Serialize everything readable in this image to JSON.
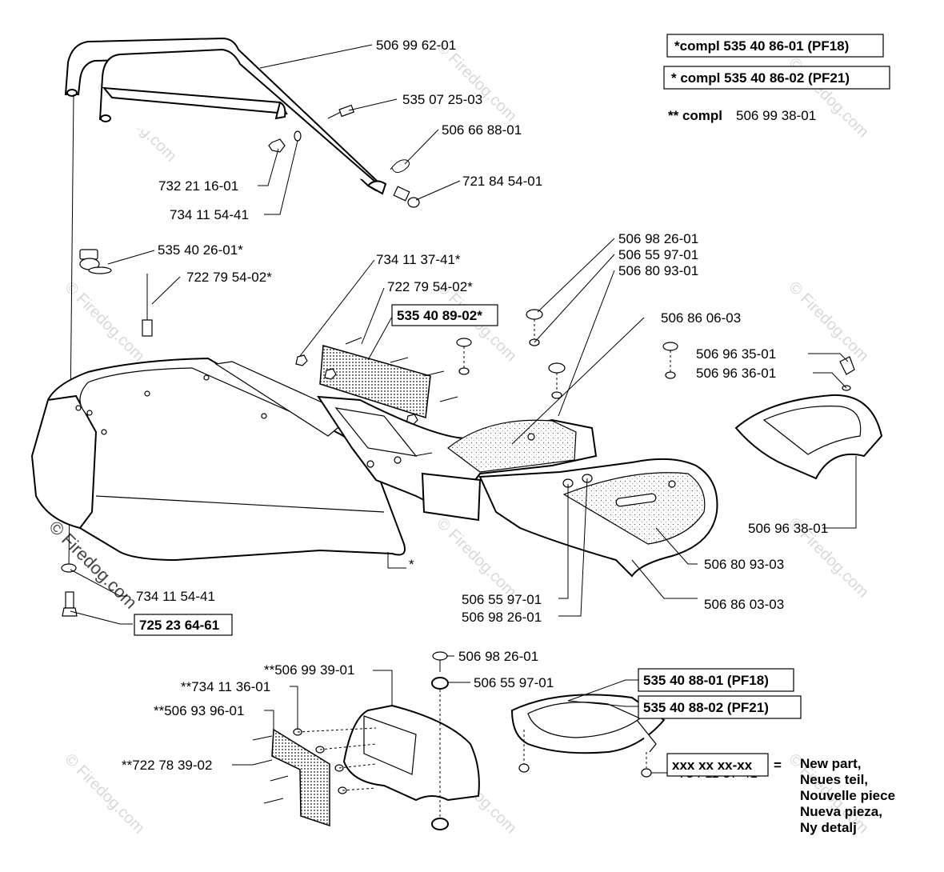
{
  "header": {
    "compl_pf18": "*compl 535 40 86-01 (PF18)",
    "compl_pf21": "* compl 535 40 86-02 (PF21)",
    "compl2_prefix": "** compl",
    "compl2_number": "506 99 38-01"
  },
  "labels": {
    "handle": "506 99 62-01",
    "bolt_handle": "535 07 25-03",
    "clip": "506 66 88-01",
    "knob_handle": "721 84 54-01",
    "nut_handle": "732 21 16-01",
    "washer_handle": "734 11 54-41",
    "wing_nut": "535 40 26-01*",
    "pin_left": "722 79 54-02*",
    "nut_grille": "734 11 37-41*",
    "pin_grille": "722 79 54-02*",
    "grille_new": "535 40 89-02*",
    "screw_a": "506 98 26-01",
    "washer_a": "506 55 97-01",
    "cover_center": "506 80 93-01",
    "cover_rear": "506 86 06-03",
    "screw_right": "506 96 35-01",
    "washer_right": "506 96 36-01",
    "cover_right": "506 96 38-01",
    "cover_front": "506 80 93-03",
    "cover_front2": "506 86 03-03",
    "washer_b": "506 55 97-01",
    "screw_b": "506 98 26-01",
    "star_note": "*",
    "washer_left": "734 11 54-41",
    "bolt_left_new": "725 23 64-61",
    "screw_c": "506 98 26-01",
    "washer_c": "506 55 97-01",
    "kit_cover": "**506 99 39-01",
    "kit_nut": "**734 11 36-01",
    "kit_grille": "**506 93 96-01",
    "kit_pin": "**722 78 39-02",
    "bowl_pf18": "535 40 88-01 (PF18)",
    "bowl_pf21": "535 40 88-02 (PF21)",
    "nut_bowl": "734 11 37-41"
  },
  "legend": {
    "code": "xxx xx xx-xx",
    "equals": "=",
    "lines": [
      "New part,",
      "Neues teil,",
      "Nouvelle piece",
      "Nueva pieza,",
      "Ny detalj"
    ]
  },
  "watermark": {
    "text": "© Firedog.com"
  }
}
